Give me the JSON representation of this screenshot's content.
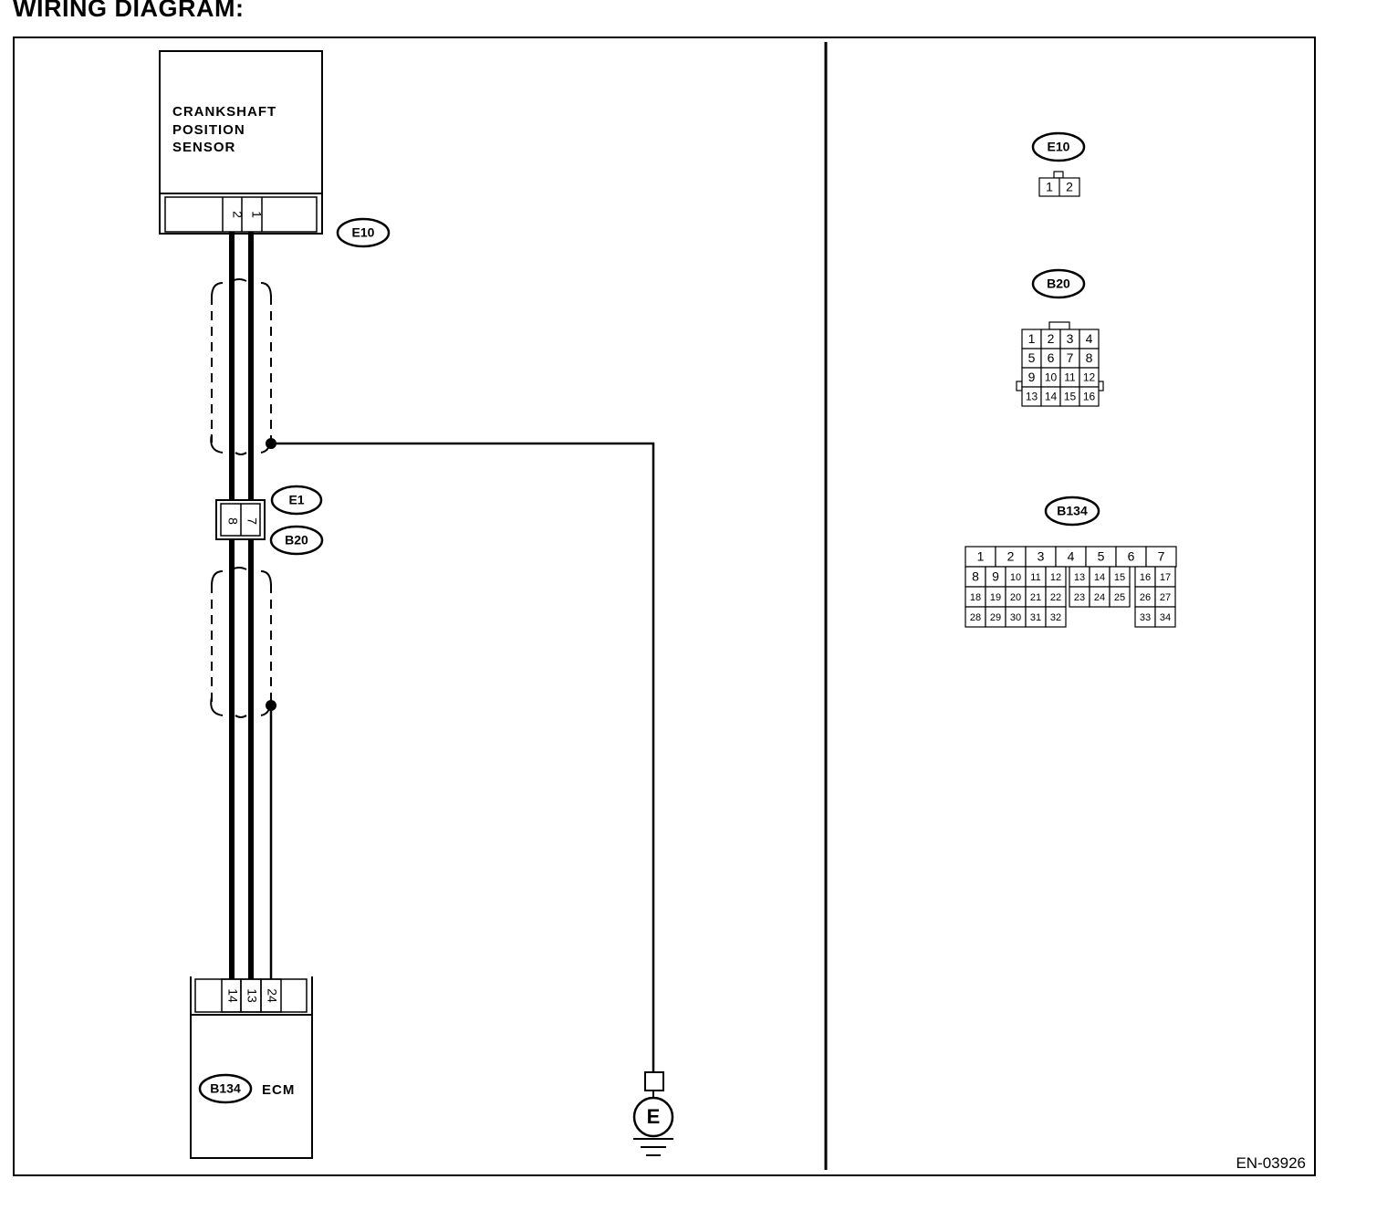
{
  "title": "WIRING DIAGRAM:",
  "figure_code": "EN-03926",
  "components": {
    "sensor": {
      "label_lines": [
        "CRANKSHAFT",
        "POSITION",
        "SENSOR"
      ],
      "connector": "E10",
      "pins": [
        "2",
        "1"
      ]
    },
    "joint": {
      "connectors": [
        "E1",
        "B20"
      ],
      "pins": [
        "8",
        "7"
      ]
    },
    "ecm": {
      "label": "ECM",
      "connector": "B134",
      "pins": [
        "14",
        "13",
        "24"
      ]
    },
    "ground": {
      "label": "E"
    }
  },
  "connector_views": {
    "E10": {
      "name": "E10",
      "pins": [
        "1",
        "2"
      ]
    },
    "B20": {
      "name": "B20",
      "rows": [
        [
          "1",
          "2",
          "3",
          "4"
        ],
        [
          "5",
          "6",
          "7",
          "8"
        ],
        [
          "9",
          "10",
          "11",
          "12"
        ],
        [
          "13",
          "14",
          "15",
          "16"
        ]
      ]
    },
    "B134": {
      "name": "B134",
      "top_row": [
        "1",
        "2",
        "3",
        "4",
        "5",
        "6",
        "7"
      ],
      "row2": [
        "8",
        "9",
        "10",
        "11",
        "12",
        "13",
        "14",
        "15",
        "16",
        "17"
      ],
      "row3": [
        "18",
        "19",
        "20",
        "21",
        "22",
        "23",
        "24",
        "25",
        "26",
        "27"
      ],
      "row4": [
        "28",
        "29",
        "30",
        "31",
        "32",
        "33",
        "34"
      ]
    }
  }
}
